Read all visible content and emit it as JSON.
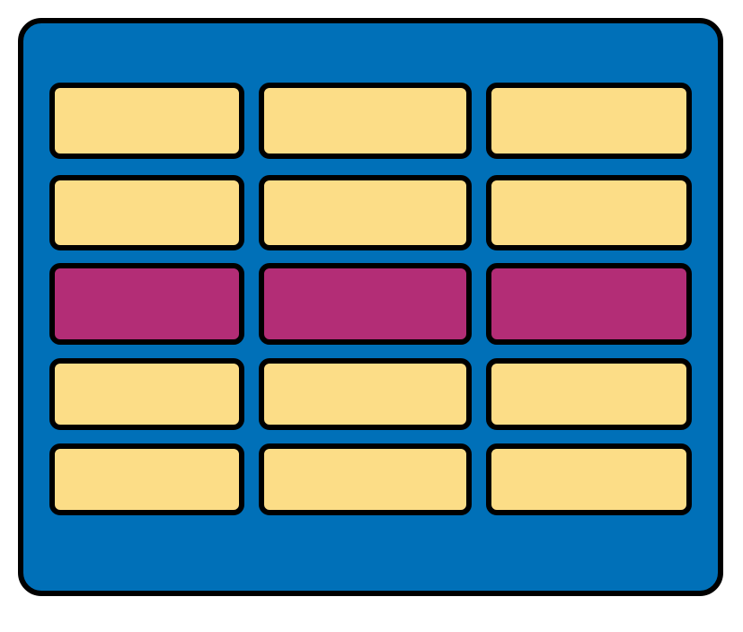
{
  "colors": {
    "panel": "#0070b8",
    "outline": "#000000",
    "cell": "#fcdd87",
    "highlight": "#b32d76"
  },
  "grid": {
    "rows": 5,
    "columns": 3,
    "highlighted_row": 3
  }
}
